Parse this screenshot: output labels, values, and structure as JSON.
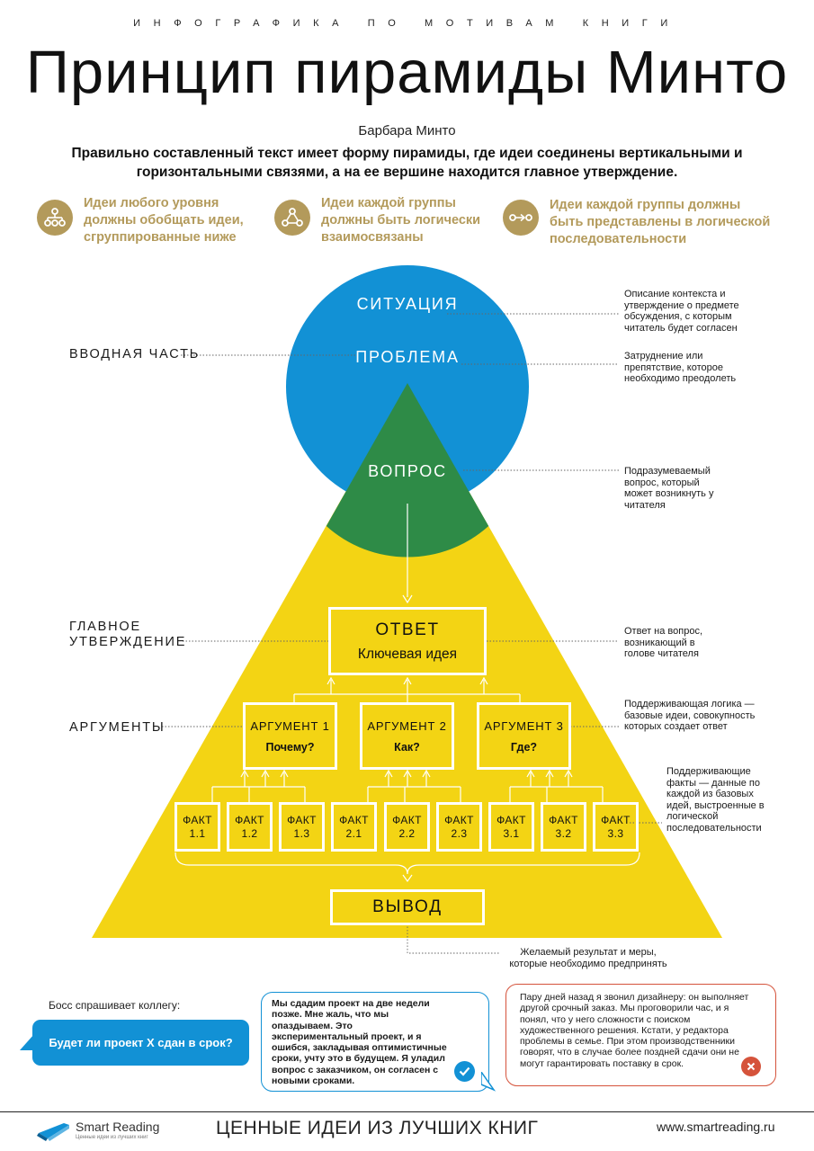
{
  "header": {
    "kicker": "ИНФОГРАФИКА ПО МОТИВАМ КНИГИ",
    "title": "Принцип пирамиды Минто",
    "author": "Барбара Минто",
    "lead": "Правильно составленный текст имеет форму пирамиды, где идеи соединены вертикальными и горизонтальными связями, а на ее вершине находится главное утверждение."
  },
  "principles": [
    {
      "icon": "hierarchy-icon",
      "text": "Идеи любого уровня должны обобщать идеи, сгруппированные ниже"
    },
    {
      "icon": "network-icon",
      "text": "Идеи каждой группы должны быть логически взаимосвязаны"
    },
    {
      "icon": "sequence-icon",
      "text": "Идеи каждой группы должны быть представлены в логической последовательности"
    }
  ],
  "levels": {
    "intro": "ВВОДНАЯ ЧАСТЬ",
    "main_statement": "ГЛАВНОЕ УТВЕРЖДЕНИЕ",
    "arguments": "АРГУМЕНТЫ"
  },
  "circle": {
    "situation": "СИТУАЦИЯ",
    "problem": "ПРОБЛЕМА",
    "question": "ВОПРОС"
  },
  "answer": {
    "title": "ОТВЕТ",
    "subtitle": "Ключевая идея"
  },
  "arguments": [
    {
      "title": "АРГУМЕНТ 1",
      "question": "Почему?"
    },
    {
      "title": "АРГУМЕНТ 2",
      "question": "Как?"
    },
    {
      "title": "АРГУМЕНТ 3",
      "question": "Где?"
    }
  ],
  "facts": [
    {
      "label": "ФАКТ",
      "number": "1.1"
    },
    {
      "label": "ФАКТ",
      "number": "1.2"
    },
    {
      "label": "ФАКТ",
      "number": "1.3"
    },
    {
      "label": "ФАКТ",
      "number": "2.1"
    },
    {
      "label": "ФАКТ",
      "number": "2.2"
    },
    {
      "label": "ФАКТ",
      "number": "2.3"
    },
    {
      "label": "ФАКТ",
      "number": "3.1"
    },
    {
      "label": "ФАКТ",
      "number": "3.2"
    },
    {
      "label": "ФАКТ",
      "number": "3.3"
    }
  ],
  "conclusion": "ВЫВОД",
  "notes": {
    "situation": "Описание контекста и утверждение о предмете обсуждения, с которым читатель будет согласен",
    "problem": "Затруднение или препятствие, которое необходимо преодолеть",
    "question": "Подразумеваемый вопрос, который может возникнуть у читателя",
    "answer": "Ответ на вопрос, возникающий в голове читателя",
    "arguments": "Поддерживающая логика — базовые идеи, совокупность которых создает ответ",
    "facts": "Поддерживающие факты — данные по каждой из базовых идей, выстроенные в логической последовательности",
    "conclusion": "Желаемый результат и меры, которые необходимо предпринять"
  },
  "example": {
    "intro": "Босс спрашивает коллегу:",
    "question": "Будет ли проект X сдан в срок?",
    "good_answer": "Мы сдадим проект на две недели позже. Мне жаль, что мы опаздываем. Это экспериментальный проект, и я ошибся, закладывая оптимистичные сроки, учту это в будущем. Я уладил вопрос с заказчиком, он согласен с новыми сроками.",
    "bad_answer": "Пару дней назад я звонил дизайнеру: он выполняет другой срочный заказ. Мы проговорили час, и я понял, что у него сложности с поиском художественного решения. Кстати, у редактора проблемы в семье. При этом производственники говорят, что в случае более поздней сдачи они не могут гарантировать поставку в срок."
  },
  "footer": {
    "brand": "Smart Reading",
    "brand_tagline": "Ценные идеи из лучших книг",
    "slogan": "ЦЕННЫЕ ИДЕИ ИЗ ЛУЧШИХ КНИГ",
    "url": "www.smartreading.ru"
  },
  "colors": {
    "gold": "#b39a5b",
    "blue": "#1291d5",
    "green": "#2e8b47",
    "yellow": "#f3d414",
    "red": "#d5533b"
  }
}
